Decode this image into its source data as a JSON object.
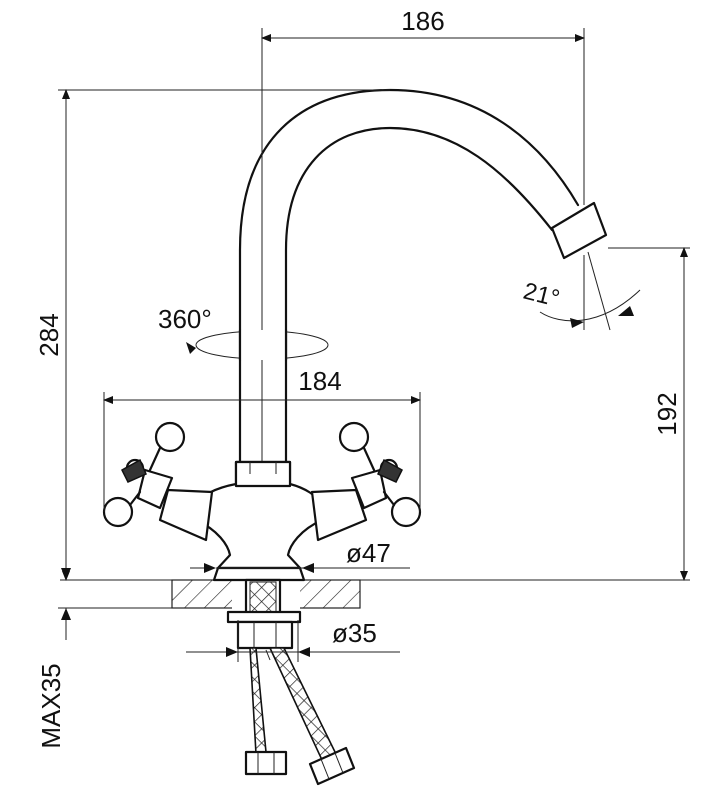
{
  "dimensions": {
    "spout_reach": "186",
    "total_height": "284",
    "swivel_angle": "360°",
    "handle_span": "184",
    "outlet_height": "192",
    "spout_tilt_angle": "21°",
    "base_diameter": "ø47",
    "shank_diameter": "ø35",
    "max_counter_thickness": "MAX35"
  },
  "colors": {
    "line": "#111111",
    "background": "#ffffff"
  }
}
